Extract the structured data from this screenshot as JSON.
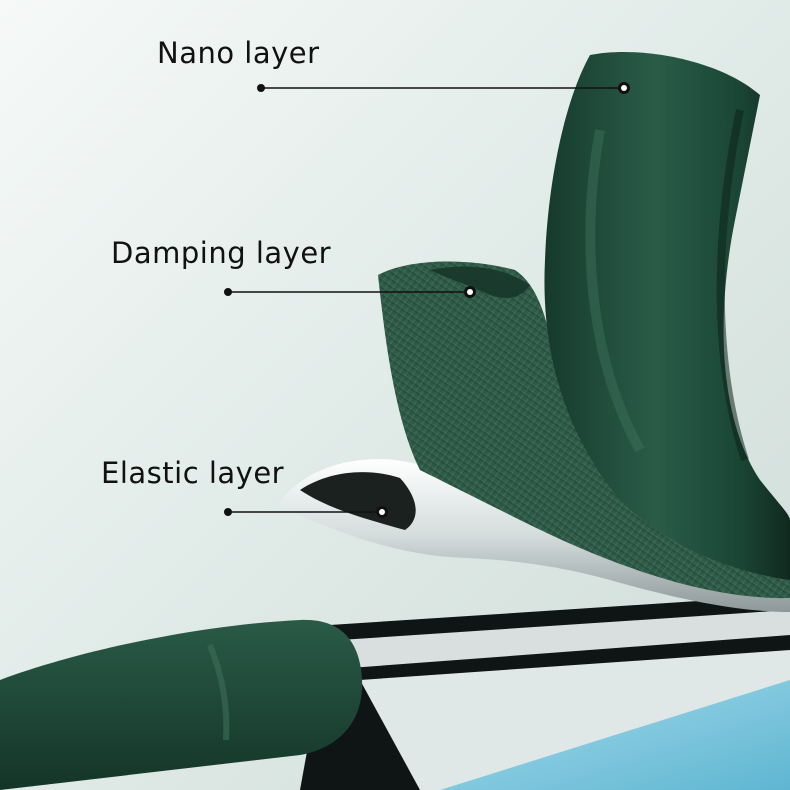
{
  "labels": {
    "nano": "Nano layer",
    "damping": "Damping layer",
    "elastic": "Elastic layer"
  },
  "colors": {
    "strip_green": "#1f4f3e",
    "strip_green_dark": "#143528",
    "fabric_green": "#2f5d4a",
    "metal": "#e8eeee",
    "glass_blue": "#79c7e0",
    "pointer": "#111111"
  }
}
